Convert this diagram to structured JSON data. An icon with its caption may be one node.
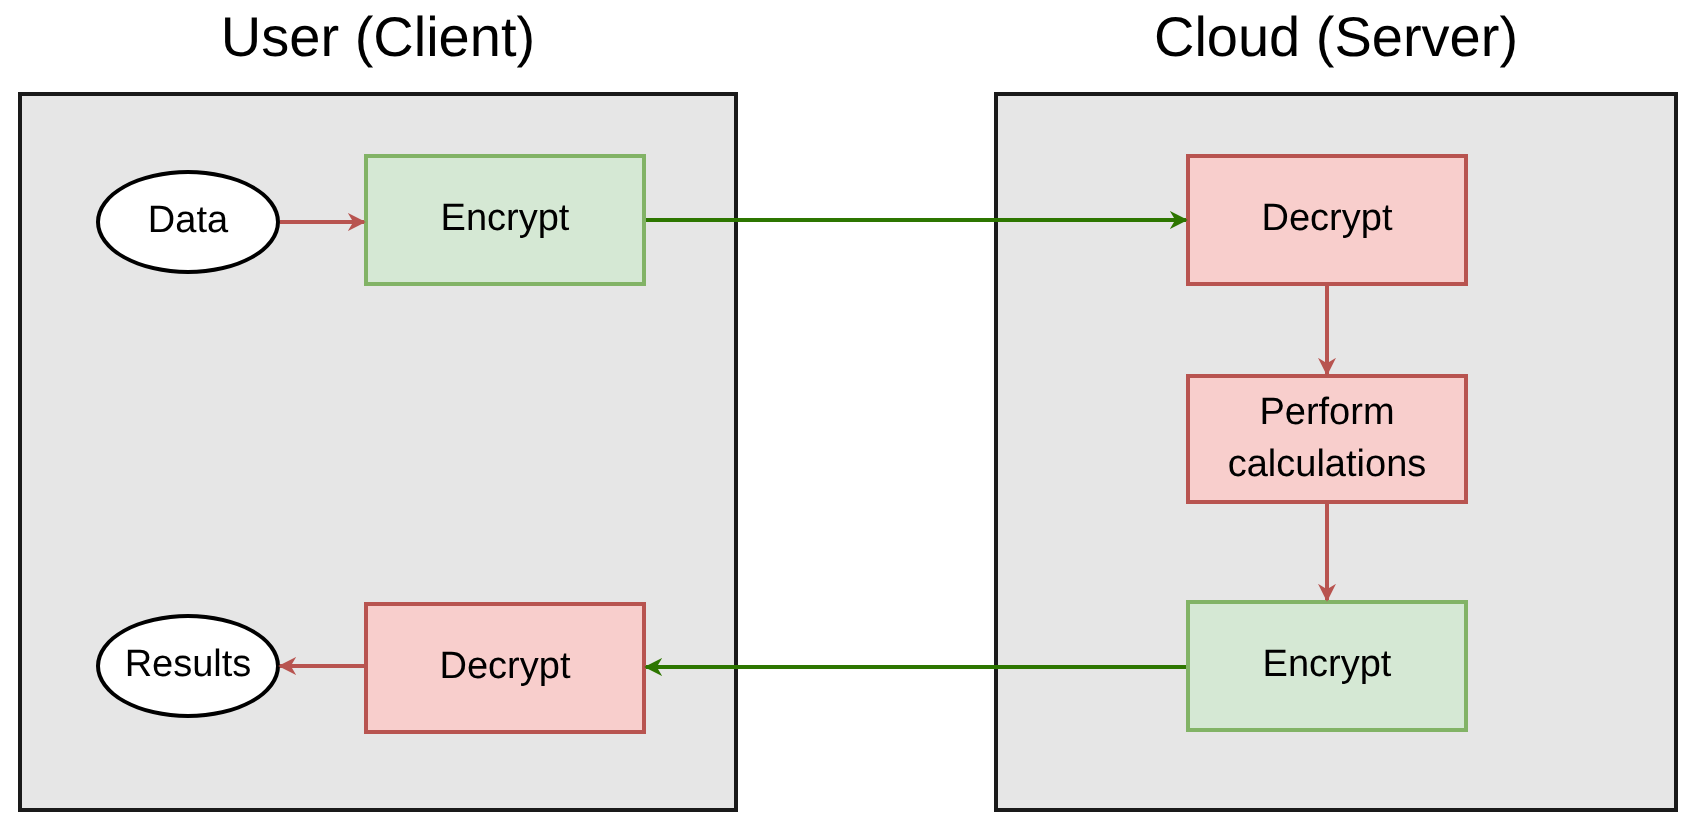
{
  "diagram": {
    "nodes": [
      {
        "text": [
          "User (Client)"
        ]
      },
      {
        "text": [
          "Data"
        ],
        "in": 0
      },
      {
        "text": [
          "Encrypt"
        ],
        "in": 0
      },
      {
        "text": [
          "Results"
        ],
        "in": 0
      },
      {
        "text": [
          "Decrypt"
        ],
        "in": 0
      },
      {
        "text": [
          "Cloud (Server)"
        ]
      },
      {
        "text": [
          "Decrypt"
        ],
        "in": 5
      },
      {
        "text": [
          "Perform calculations"
        ],
        "in": 5
      },
      {
        "text": [
          "Encrypt"
        ],
        "in": 5
      }
    ],
    "edges": [
      {
        "from": 1,
        "to": 2,
        "arrow": "to"
      },
      {
        "from": 2,
        "to": 6,
        "arrow": "to",
        "color": "#2d7600"
      },
      {
        "from": 6,
        "to": 7,
        "arrow": "to"
      },
      {
        "from": 7,
        "to": 8,
        "arrow": "to"
      },
      {
        "from": 8,
        "to": 4,
        "arrow": "to",
        "color": "#2d7600"
      },
      {
        "from": 4,
        "to": 3,
        "arrow": "to"
      }
    ]
  }
}
